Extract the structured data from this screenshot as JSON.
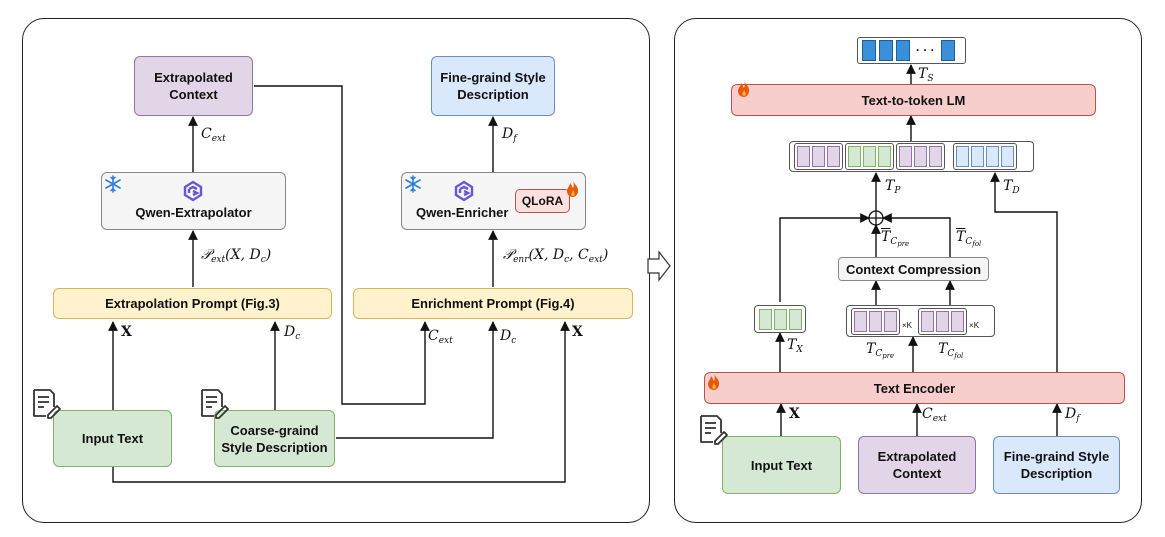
{
  "left": {
    "extrapolated_context": "Extrapolated Context",
    "fine_grained_style_description": "Fine-graind Style Description",
    "qwen_extrapolator": "Qwen-Extrapolator",
    "qwen_enricher": "Qwen-Enricher",
    "qlora": "QLoRA",
    "extrapolation_prompt": "Extrapolation Prompt (Fig.3)",
    "enrichment_prompt": "Enrichment Prompt (Fig.4)",
    "input_text": "Input Text",
    "coarse_grained_style_description": "Coarse-graind Style Description",
    "labels": {
      "c_ext_top": "C",
      "c_ext_sub": "ext",
      "d_f": "D",
      "d_f_sub": "f",
      "p_ext": "𝒫",
      "p_ext_sub": "ext",
      "p_ext_args": "(X, D",
      "p_ext_args_sub": "c",
      "p_enr": "𝒫",
      "p_enr_sub": "enr",
      "p_enr_args": "(X, D",
      "p_enr_args_sub": "c",
      "p_enr_args2": ", C",
      "p_enr_args2_sub": "ext",
      "x": "X",
      "d_c": "D",
      "d_c_sub": "c"
    }
  },
  "right": {
    "tokens_dots": "· · ·",
    "text_to_token_lm": "Text-to-token LM",
    "context_compression": "Context Compression",
    "text_encoder": "Text Encoder",
    "input_text": "Input Text",
    "extrapolated_context": "Extrapolated Context",
    "fine_grained_style_description": "Fine-graind Style Description",
    "labels": {
      "t_s": "T",
      "t_s_sub": "S",
      "t_p": "T",
      "t_p_sub": "P",
      "t_d": "T",
      "t_d_sub": "D",
      "t_x": "T",
      "t_x_sub": "X",
      "t_cpre": "T",
      "t_c": "C",
      "pre": "pre",
      "fol": "fol",
      "times_k": "×K",
      "x": "X",
      "c_ext": "C",
      "c_ext_sub": "ext",
      "d_f": "D",
      "d_f_sub": "f"
    }
  },
  "colors": {
    "purple": "#e1d5e7",
    "blue": "#dae8fc",
    "green": "#d5e8d4",
    "yellow": "#fff2cc",
    "red": "#f8cecc",
    "token_blue": "#3b8fd9",
    "accent_qwen": "#6a55d6",
    "flame": "#e8590c",
    "snow": "#2f7fd8"
  }
}
